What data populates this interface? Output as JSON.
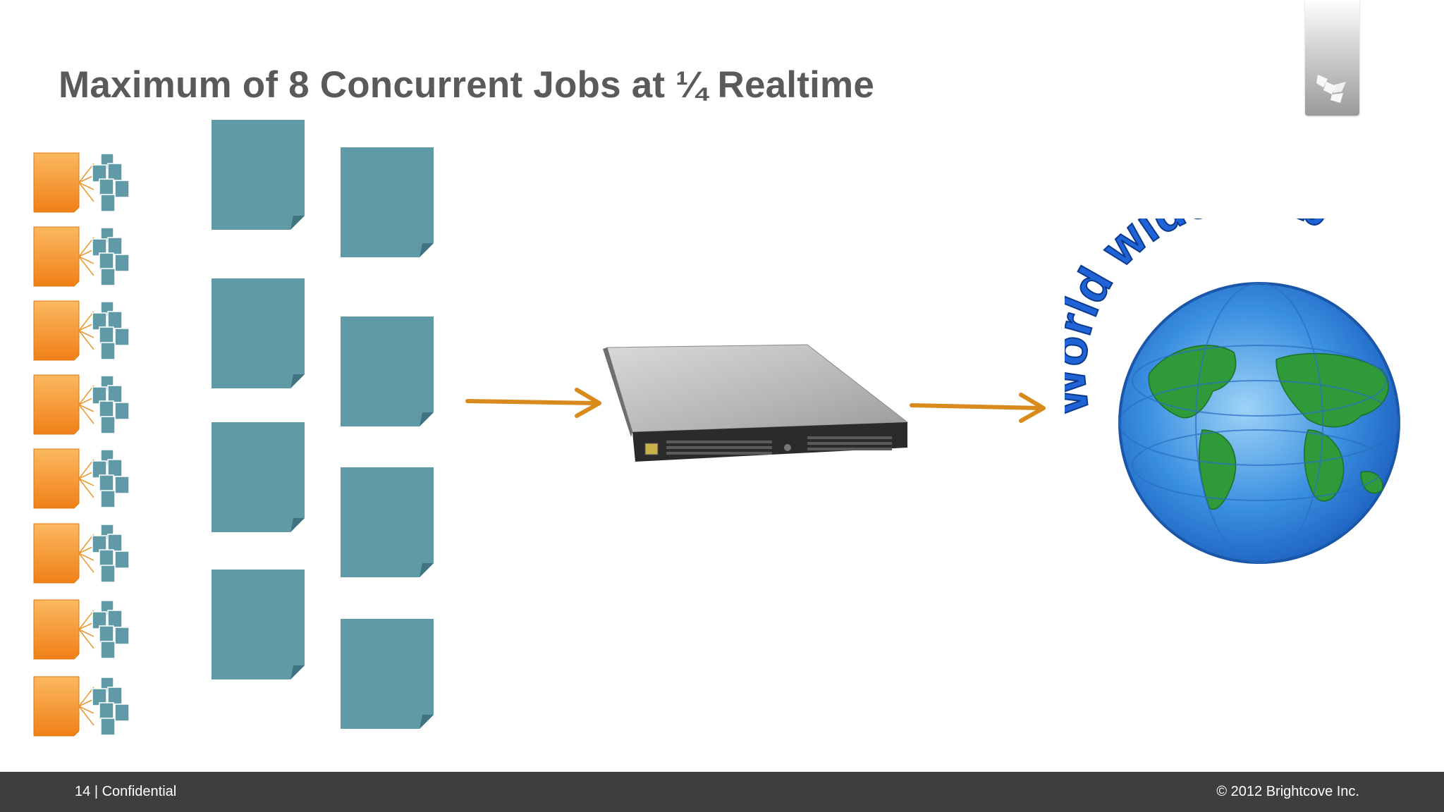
{
  "slide": {
    "title": "Maximum of 8 Concurrent Jobs at ¼ Realtime"
  },
  "globe": {
    "caption": "World wide web"
  },
  "footer": {
    "page_number": "14",
    "separator": "|",
    "confidential": "Confidential",
    "copyright": "© 2012 Brightcove Inc."
  },
  "icons": {
    "logo": "brightcove-logo-icon",
    "job": "source-file-with-renditions-icon",
    "output": "output-document-icon",
    "arrow": "right-arrow-icon",
    "server": "rack-server-icon",
    "globe": "world-globe-icon"
  },
  "colors": {
    "orange": "#f7941d",
    "teal": "#5f9aa6",
    "arrow": "#d98a1c",
    "footer_bg": "#3d3e40",
    "title_text": "#5a5a5a"
  }
}
